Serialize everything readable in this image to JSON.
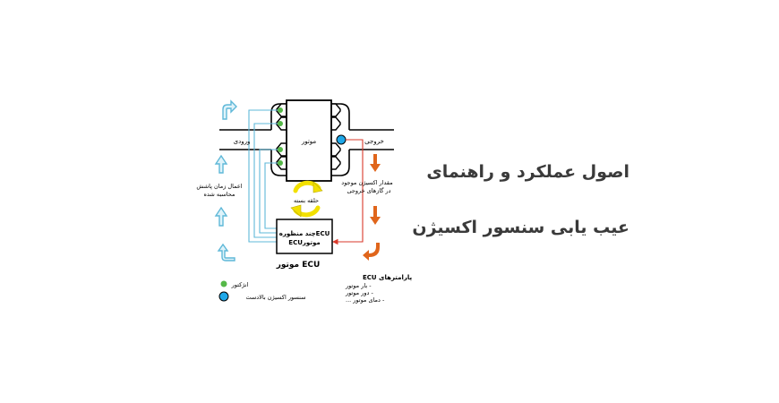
{
  "title": {
    "line1": "اصول عملکرد و راهنمای",
    "line2": "عیب یابی سنسور اکسیژن"
  },
  "diagram": {
    "engine_label": "موتور",
    "intake_label": "ورودی",
    "exhaust_label": "خروجی",
    "injection_label_1": "اعمال زمان پاشش",
    "injection_label_2": "محاسبه شده",
    "oxygen_amount_1": "مقدار اکسیژن موجود",
    "oxygen_amount_2": "در گازهای خروجی",
    "loop_label": "حلقه بسته",
    "ecu_box_1": "ECUچند منظوره",
    "ecu_box_2": "موتورECU",
    "ecu_caption": "ECU موتور",
    "params_title": "پارامترهای ECU",
    "param_1": "- بار موتور",
    "param_2": "- دور موتور",
    "param_3": "- دمای موتور ...",
    "legend_injector": "انژکتور",
    "legend_sensor": "سنسور اکسیژن بالادست"
  },
  "colors": {
    "intake_arrow": "#5fb8d8",
    "exhaust_arrow": "#e0651b",
    "loop_arrow": "#f2e000",
    "injector": "#55b848",
    "sensor": "#1ea7e8",
    "ecu_link": "#d93a2b"
  }
}
